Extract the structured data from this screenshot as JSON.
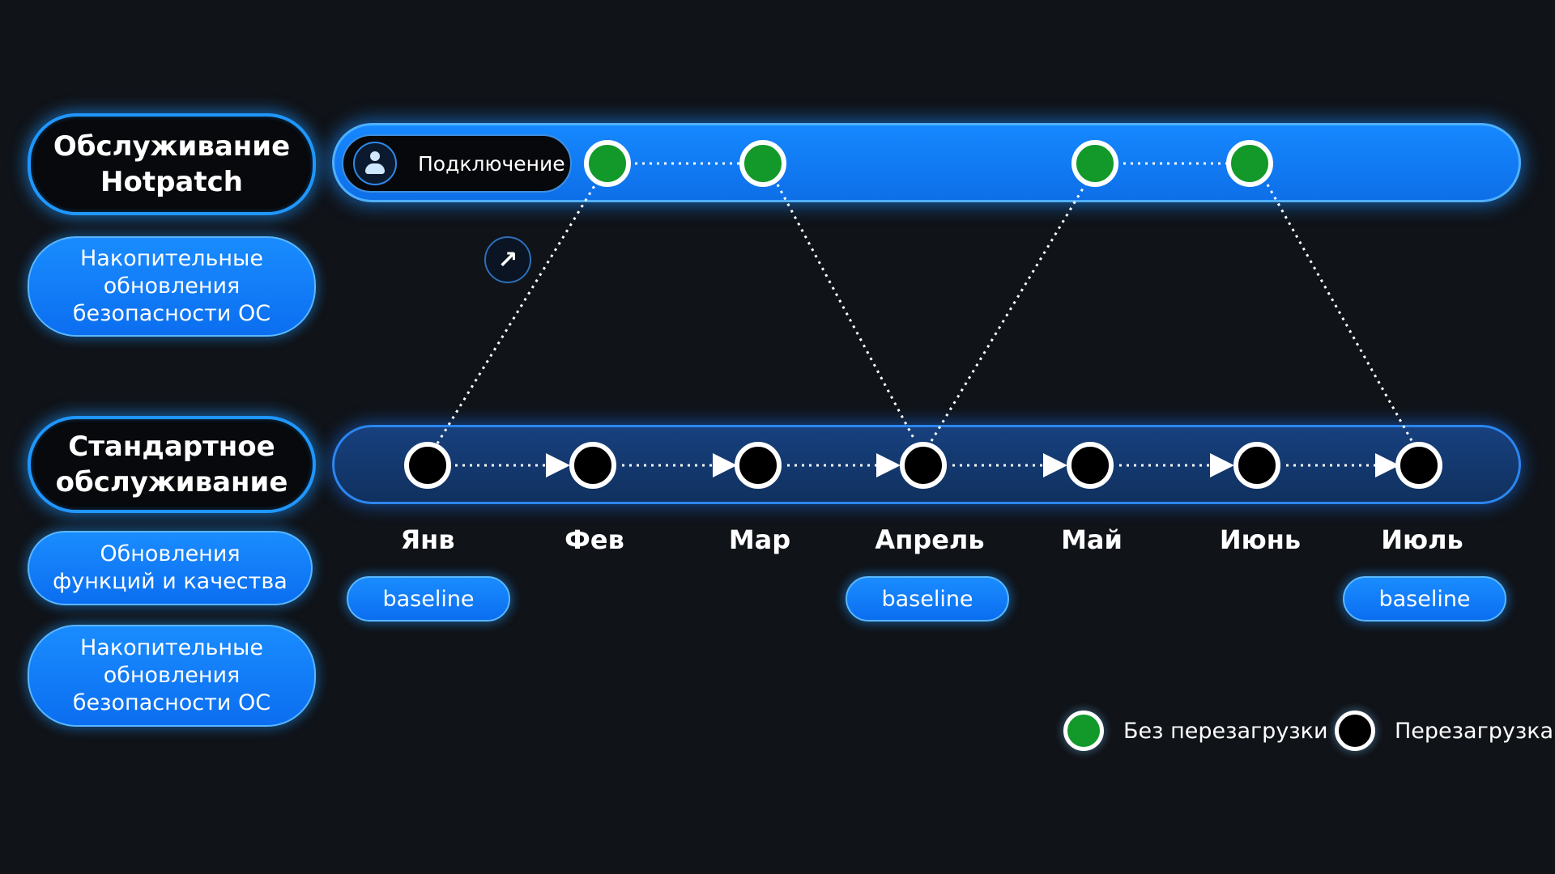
{
  "left_panel": {
    "hotpatch_title": "Обслуживание\nHotpatch",
    "hotpatch_security": "Накопительные\nобновления\nбезопасности ОС",
    "standard_title": "Стандартное\nобслуживание",
    "standard_features": "Обновления\nфункций и качества",
    "standard_security": "Накопительные\nобновления\nбезопасности ОС"
  },
  "hotpatch_track": {
    "connect_label": "Подключение",
    "connect_icon": "user-icon",
    "arrow_icon": "arrow-up-right-icon",
    "arrow_glyph": "↗"
  },
  "months": [
    "Янв",
    "Фев",
    "Мар",
    "Апрель",
    "Май",
    "Июнь",
    "Июль"
  ],
  "baselines": [
    {
      "month_index": 0,
      "label": "baseline"
    },
    {
      "month_index": 3,
      "label": "baseline"
    },
    {
      "month_index": 6,
      "label": "baseline"
    }
  ],
  "hotpatch_nodes": [
    "Фев",
    "Мар",
    "Май",
    "Июнь"
  ],
  "legend": {
    "no_restart": "Без перезагрузки",
    "restart": "Перезагрузка"
  },
  "colors": {
    "background": "#101318",
    "accent_blue": "#1688ff",
    "glow_blue": "#1f97ff",
    "hotpatch_node": "#12992a",
    "restart_node": "#000000"
  }
}
